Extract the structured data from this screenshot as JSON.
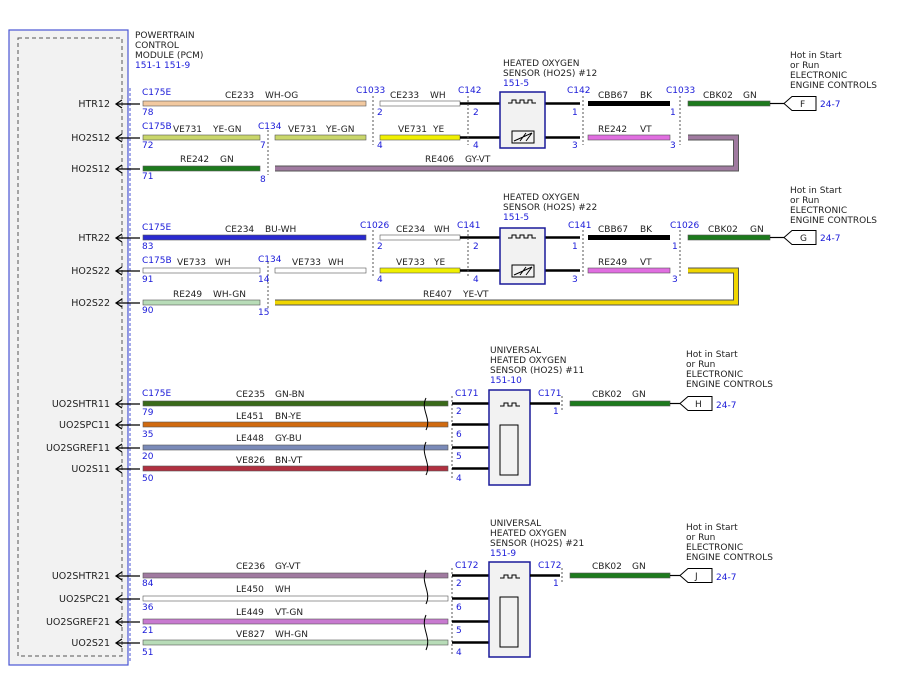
{
  "pcm": {
    "title_lines": [
      "POWERTRAIN",
      "CONTROL",
      "MODULE (PCM)"
    ],
    "page_refs": "151-1   151-9"
  },
  "rows": [
    {
      "signal": "HTR12",
      "conn": "C175E",
      "pin": "78",
      "circuit": "CE233",
      "color": "WH-OG"
    },
    {
      "signal": "HO2S12",
      "conn": "C175B",
      "pin": "72",
      "circuit": "VE731",
      "color": "YE-GN",
      "inline": "C134",
      "inline_pin": "7"
    },
    {
      "signal": "HO2S12",
      "pin": "71",
      "circuit": "RE242",
      "color": "GN",
      "inline_pin": "8",
      "circuit2": "RE406",
      "color2": "GY-VT"
    },
    {
      "signal": "HTR22",
      "conn": "C175E",
      "pin": "83",
      "circuit": "CE234",
      "color": "BU-WH"
    },
    {
      "signal": "HO2S22",
      "conn": "C175B",
      "pin": "91",
      "circuit": "VE733",
      "color": "WH",
      "inline": "C134",
      "inline_pin": "14"
    },
    {
      "signal": "HO2S22",
      "pin": "90",
      "circuit": "RE249",
      "color": "WH-GN",
      "inline_pin": "15",
      "circuit2": "RE407",
      "color2": "YE-VT"
    },
    {
      "signal": "UO2SHTR11",
      "conn": "C175E",
      "pin": "79",
      "circuit": "CE235",
      "color": "GN-BN"
    },
    {
      "signal": "UO2SPC11",
      "pin": "35",
      "circuit": "LE451",
      "color": "BN-YE"
    },
    {
      "signal": "UO2SGREF11",
      "pin": "20",
      "circuit": "LE448",
      "color": "GY-BU"
    },
    {
      "signal": "UO2S11",
      "pin": "50",
      "circuit": "VE826",
      "color": "BN-VT"
    },
    {
      "signal": "UO2SHTR21",
      "pin": "84",
      "circuit": "CE236",
      "color": "GY-VT"
    },
    {
      "signal": "UO2SPC21",
      "pin": "36",
      "circuit": "LE450",
      "color": "WH"
    },
    {
      "signal": "UO2SGREF21",
      "pin": "21",
      "circuit": "LE449",
      "color": "VT-GN"
    },
    {
      "signal": "UO2S21",
      "pin": "51",
      "circuit": "VE827",
      "color": "WH-GN"
    }
  ],
  "ho2s12": {
    "title_lines": [
      "HEATED OXYGEN",
      "SENSOR (HO2S) #12"
    ],
    "ref": "151-5",
    "c1033": "C1033",
    "c1033_pin_top": "2",
    "c1033_pin_mid": "4",
    "wire_ce233": "CE233",
    "wire_ce233_color": "WH",
    "wire_ve731": "VE731",
    "wire_ve731_color": "YE",
    "c142_left": "C142",
    "c142_left_pin_top": "2",
    "c142_left_pin_mid": "4",
    "c142_right": "C142",
    "c142_right_pin_top": "1",
    "c142_right_pin_mid": "3",
    "wire_cbb67": "CBB67",
    "wire_cbb67_color": "BK",
    "wire_re242": "RE242",
    "wire_re242_color": "VT",
    "c1033_right": "C1033",
    "c1033_right_pin_top": "1",
    "c1033_right_pin_mid": "3",
    "wire_cbk02": "CBK02",
    "wire_cbk02_color": "GN"
  },
  "ho2s22": {
    "title_lines": [
      "HEATED OXYGEN",
      "SENSOR (HO2S) #22"
    ],
    "ref": "151-5",
    "c1026": "C1026",
    "c1026_pin_top": "2",
    "c1026_pin_mid": "4",
    "wire_ce234": "CE234",
    "wire_ce234_color": "WH",
    "wire_ve733": "VE733",
    "wire_ve733_color": "YE",
    "c141_left": "C141",
    "c141_left_pin_top": "2",
    "c141_left_pin_mid": "4",
    "c141_right": "C141",
    "c141_right_pin_top": "1",
    "c141_right_pin_mid": "3",
    "wire_cbb67": "CBB67",
    "wire_cbb67_color": "BK",
    "wire_re249": "RE249",
    "wire_re249_color": "VT",
    "c1026_right": "C1026",
    "c1026_right_pin_top": "1",
    "c1026_right_pin_mid": "3",
    "wire_cbk02": "CBK02",
    "wire_cbk02_color": "GN"
  },
  "uho2s11": {
    "title_lines": [
      "UNIVERSAL",
      "HEATED OXYGEN",
      "SENSOR (HO2S) #11"
    ],
    "ref": "151-10",
    "conn": "C171",
    "pins": [
      "2",
      "6",
      "5",
      "4"
    ],
    "right_conn": "C171",
    "right_pin": "1",
    "wire": "CBK02",
    "wire_color": "GN"
  },
  "uho2s21": {
    "title_lines": [
      "UNIVERSAL",
      "HEATED OXYGEN",
      "SENSOR (HO2S) #21"
    ],
    "ref": "151-9",
    "conn": "C172",
    "pins": [
      "2",
      "6",
      "5",
      "4"
    ],
    "right_conn": "C172",
    "right_pin": "1",
    "wire": "CBK02",
    "wire_color": "GN"
  },
  "power_feeds": [
    {
      "lines": [
        "Hot in Start",
        "or Run",
        "ELECTRONIC",
        "ENGINE CONTROLS"
      ],
      "letter": "F",
      "ref": "24-7"
    },
    {
      "lines": [
        "Hot in Start",
        "or Run",
        "ELECTRONIC",
        "ENGINE CONTROLS"
      ],
      "letter": "G",
      "ref": "24-7"
    },
    {
      "lines": [
        "Hot in Start",
        "or Run",
        "ELECTRONIC",
        "ENGINE CONTROLS"
      ],
      "letter": "H",
      "ref": "24-7"
    },
    {
      "lines": [
        "Hot in Start",
        "or Run",
        "ELECTRONIC",
        "ENGINE CONTROLS"
      ],
      "letter": "J",
      "ref": "24-7"
    }
  ],
  "colors": {
    "pcm_border": "#4a56d4",
    "pin_label": "#1a1ad8",
    "wire_wh_og": "#f2c9a0",
    "wire_ye_gn": "#c9d66a",
    "wire_gn": "#1d7a1d",
    "wire_gy_vt": "#a07aa0",
    "wire_bu_wh": "#2a2ad0",
    "wire_wh": "#ffffff",
    "wire_ye": "#f0f000",
    "wire_wh_gn": "#b8dcb8",
    "wire_ye_vt": "#e6d23c",
    "wire_bk": "#000000",
    "wire_vt": "#e06ee0",
    "wire_gn_bn": "#3a6a1a",
    "wire_bn_ye": "#d06a10",
    "wire_gy_bu": "#7a8ab8",
    "wire_bn_vt": "#b03040",
    "wire_vt_gn": "#c87ad0"
  }
}
